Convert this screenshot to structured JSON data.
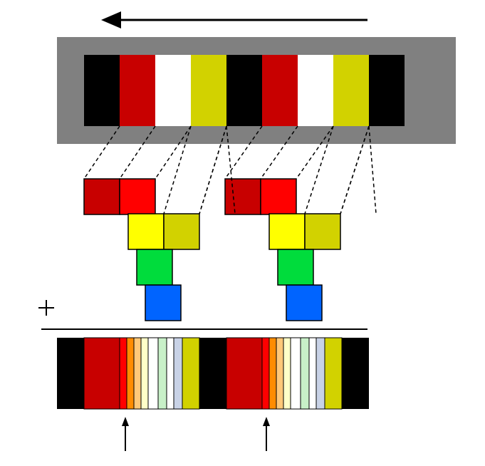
{
  "colors": {
    "background": "#ffffff",
    "frame": "#808080",
    "black": "#000000",
    "dark_red": "#c80000",
    "red": "#ff0000",
    "white": "#ffffff",
    "olive_yellow": "#d2d200",
    "yellow": "#ffff00",
    "green": "#00dc3c",
    "blue": "#0064ff",
    "orange": "#ff8c00",
    "light_orange": "#ffc878",
    "pale_yellow": "#ffffc8",
    "pale_green": "#c8f0c8",
    "pale_blue": "#c8d2e6"
  },
  "diagram": {
    "direction_arrow": "leftward",
    "top_strip": [
      "black",
      "dark_red",
      "white",
      "olive_yellow",
      "black",
      "dark_red",
      "white",
      "olive_yellow",
      "black"
    ],
    "decomposition_groups": [
      {
        "rows": [
          [
            "dark_red",
            "red"
          ],
          [
            "yellow",
            "olive_yellow"
          ],
          [
            "green"
          ],
          [
            "blue"
          ]
        ]
      },
      {
        "rows": [
          [
            "dark_red",
            "red"
          ],
          [
            "yellow",
            "olive_yellow"
          ],
          [
            "green"
          ],
          [
            "blue"
          ]
        ]
      }
    ],
    "operator": "+",
    "bottom_strip": [
      "black",
      "dark_red",
      "red",
      "orange",
      "light_orange",
      "pale_yellow",
      "white",
      "pale_green",
      "white",
      "pale_blue",
      "olive_yellow",
      "black",
      "dark_red",
      "red",
      "orange",
      "light_orange",
      "pale_yellow",
      "white",
      "pale_green",
      "white",
      "pale_blue",
      "olive_yellow",
      "black"
    ],
    "markers": [
      "upward-arrow",
      "upward-arrow"
    ]
  }
}
